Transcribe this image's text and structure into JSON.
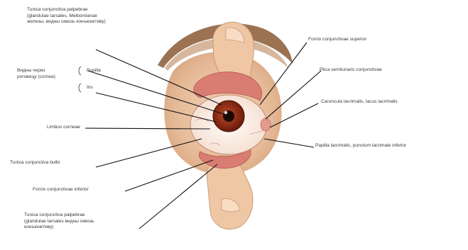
{
  "labels": {
    "palpebral_top": "Tunica conjunctiva palpebrae\n(glandulae tarsales, Meibomianae\nжелезы, видны сквозь конъюнктиву)",
    "pupilla": "Pupilla",
    "iris": "Iris",
    "brace_group": "Видны через\nроговицу (cornea)",
    "limbus": "Limbus corneae",
    "bulbi": "Tunica conjunctiva bulbi",
    "fornix_inf": "Fornix conjunctivae inferior",
    "palpebral_bottom": "Tunica conjunctiva palpebrae\n(glandulae tarsales видны сквозь\nконъюнктиву)",
    "fornix_sup": "Fornix conjunctivae superior",
    "plica_semi": "Plica semilunaris conjunctivae",
    "lacus": "Caruncula lacrimalis, lacus lacrimalis",
    "plica_lac": "Papilla lacrimalis, punctum lacrimale inferior"
  },
  "colors": {
    "skin": "#e8c2a0",
    "sclera": "#fbf1ea",
    "iris": "#8a2a14",
    "pupil": "#1a0a05",
    "conjunctiva": "#d97c72",
    "eyebrow": "#8a5a34"
  }
}
